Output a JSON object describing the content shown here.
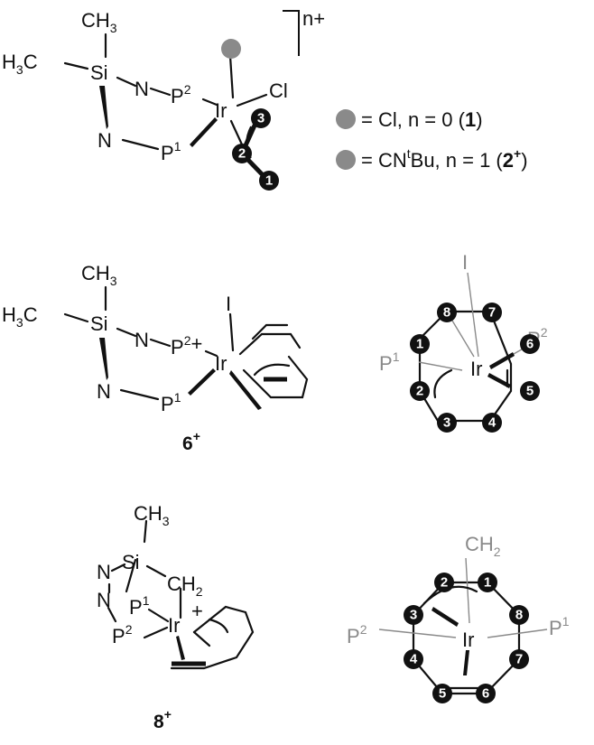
{
  "complex_top": {
    "charge": "n+",
    "me": "CH3",
    "me2": "H3C",
    "si": "Si",
    "n_a": "N",
    "n_b": "N",
    "p_a": "P",
    "p_a_sup": "2",
    "p_b": "P",
    "p_b_sup": "1",
    "ir": "Ir",
    "cl": "Cl",
    "atom_labels": [
      "3",
      "2",
      "1"
    ]
  },
  "legend": {
    "line1_text": "= Cl, n = 0 (",
    "line1_bold": "1",
    "line1_end": ")",
    "line2_text": "= CN",
    "line2_sup": "t",
    "line2_mid": "Bu, n = 1 (",
    "line2_bold": "2",
    "line2_sup2": "+",
    "line2_end": ")"
  },
  "complex_6": {
    "me": "CH3",
    "me2": "H3C",
    "si": "Si",
    "n_a": "N",
    "n_b": "N",
    "p_a": "P",
    "p_a_sup": "2",
    "plus": "+",
    "p_b": "P",
    "p_b_sup": "1",
    "ir": "Ir",
    "iodo": "I",
    "label": "6",
    "label_sup": "+"
  },
  "ring_6": {
    "top": "I",
    "center": "Ir",
    "left": "P",
    "left_sup": "1",
    "right": "P",
    "right_sup": "2",
    "atoms": [
      "1",
      "2",
      "3",
      "4",
      "5",
      "6",
      "7",
      "8"
    ]
  },
  "complex_8": {
    "me": "CH3",
    "si": "Si",
    "ch2": "CH",
    "ch2_sub": "2",
    "n_a": "N",
    "n_b": "N",
    "p_a": "P",
    "p_a_sup": "1",
    "p_b": "P",
    "p_b_sup": "2",
    "ir": "Ir",
    "plus": "+",
    "label": "8",
    "label_sup": "+"
  },
  "ring_8": {
    "top": "CH",
    "top_sub": "2",
    "center": "Ir",
    "left": "P",
    "left_sup": "2",
    "right": "P",
    "right_sup": "1",
    "atoms": [
      "2",
      "1",
      "3",
      "8",
      "4",
      "7",
      "5",
      "6"
    ]
  }
}
